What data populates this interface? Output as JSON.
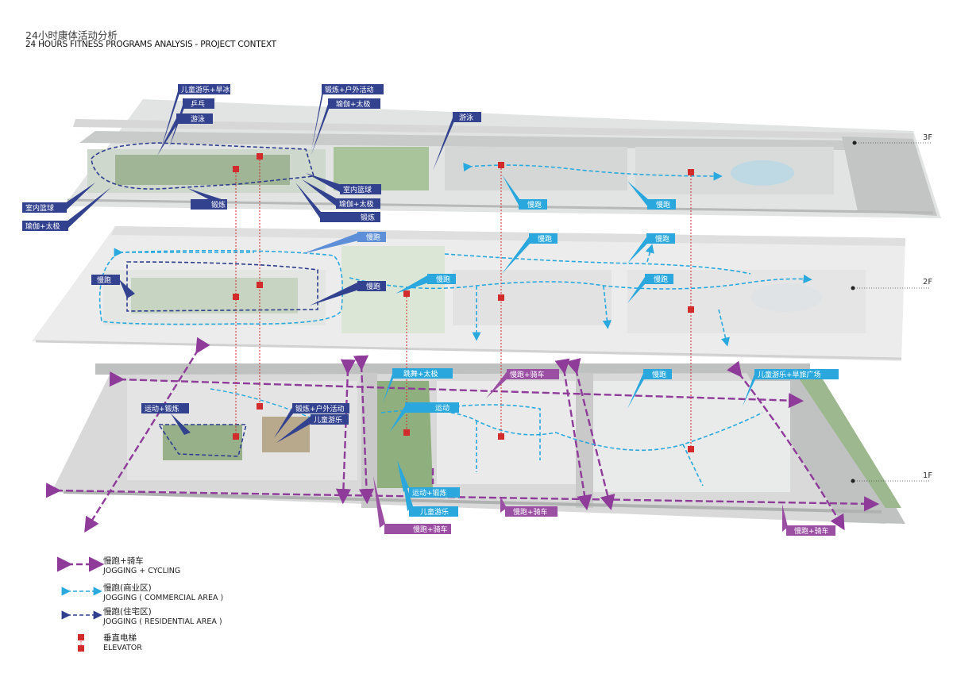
{
  "title": {
    "cn": "24小时康体活动分析",
    "en": "24 HOURS FITNESS PROGRAMS ANALYSIS - PROJECT CONTEXT"
  },
  "floors": [
    "3F",
    "2F",
    "1F"
  ],
  "labels_3f": {
    "kids_play_skate": "儿童游乐+旱冰",
    "pingpong": "乒乓",
    "swim_left": "游泳",
    "exercise_outdoor": "锻炼+户外活动",
    "yoga_taichi_top": "瑜伽+太极",
    "swim_mid": "游泳",
    "indoor_basket_left": "室内篮球",
    "yoga_taichi_left": "瑜伽+太极",
    "exercise_left": "锻炼",
    "indoor_basket_right": "室内篮球",
    "yoga_taichi_right": "瑜伽+太极",
    "exercise_right": "锻炼",
    "jog_a": "慢跑",
    "jog_b": "慢跑"
  },
  "labels_2f": {
    "jog_top": "慢跑",
    "jog_left": "慢跑",
    "jog_mid_left": "慢跑",
    "jog_center": "慢跑",
    "jog_c2": "慢跑",
    "jog_r1": "慢跑",
    "jog_r2": "慢跑"
  },
  "labels_1f": {
    "sport_exercise": "运动+锻炼",
    "exercise_outdoor": "锻炼+户外活动",
    "kids_play": "儿童游乐",
    "dance_taichi": "跳舞+太极",
    "sport": "运动",
    "jog_cycle_top": "慢跑+骑车",
    "jog_right": "慢跑",
    "kids_play_square": "儿童游乐+旱旅广场",
    "sport_exercise_bottom": "运动+锻炼",
    "kids_play_bottom": "儿童游乐",
    "jog_cycle_bottom_left": "慢跑+骑车",
    "jog_cycle_bottom_mid": "慢跑+骑车",
    "jog_cycle_bottom_right": "慢跑+骑车"
  },
  "legend": [
    {
      "cn": "慢跑+骑车",
      "en": "JOGGING + CYCLING",
      "color": "#8e3b9a"
    },
    {
      "cn": "慢跑(商业区)",
      "en": "JOGGING ( COMMERCIAL AREA )",
      "color": "#29a9de"
    },
    {
      "cn": "慢跑(住宅区)",
      "en": "JOGGING ( RESIDENTIAL AREA )",
      "color": "#2e3f8f"
    },
    {
      "cn": "垂直电梯",
      "en": "ELEVATOR",
      "color": "#d22b2b"
    }
  ],
  "colors": {
    "purple": "#8e3b9a",
    "cyan": "#29a9de",
    "navy": "#2e3f8f",
    "elevator": "#d22b2b",
    "label_navy": "#33428f",
    "label_cyan": "#2aa8dd",
    "label_purple": "#9a4fa3"
  }
}
